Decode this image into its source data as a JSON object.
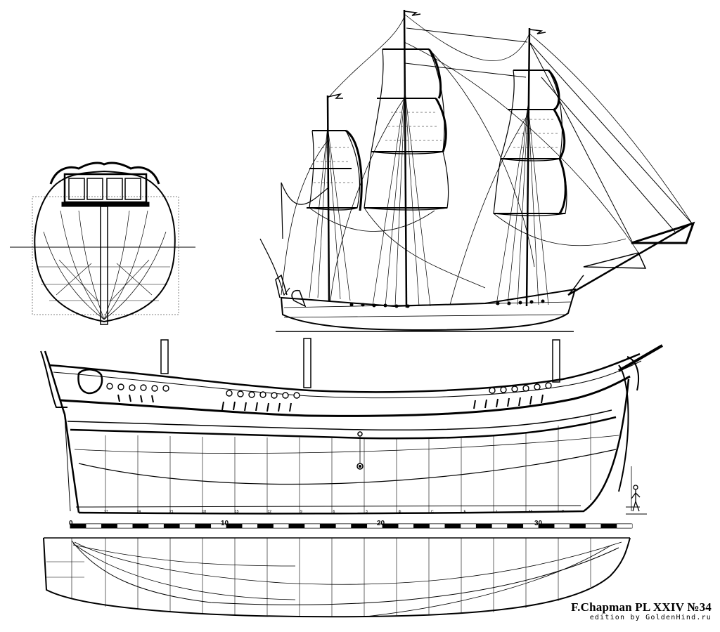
{
  "plate": {
    "title": "F.Chapman PL XXIV №34",
    "edition": "edition by GoldenHind.ru"
  },
  "scale_bar": {
    "tick_labels": [
      "0",
      "10",
      "20",
      "30"
    ]
  },
  "frame_marks": [
    "27",
    "24",
    "21",
    "18",
    "15",
    "12",
    "9",
    "6",
    "3",
    "Φ",
    "C",
    "F",
    "I",
    "M",
    "P"
  ],
  "icons": {
    "body_plan": "ship-body-plan-icon",
    "sail_plan": "ship-sail-plan-icon",
    "profile": "ship-profile-icon",
    "half_breadth": "ship-half-breadth-icon",
    "figure": "human-figure-icon"
  }
}
